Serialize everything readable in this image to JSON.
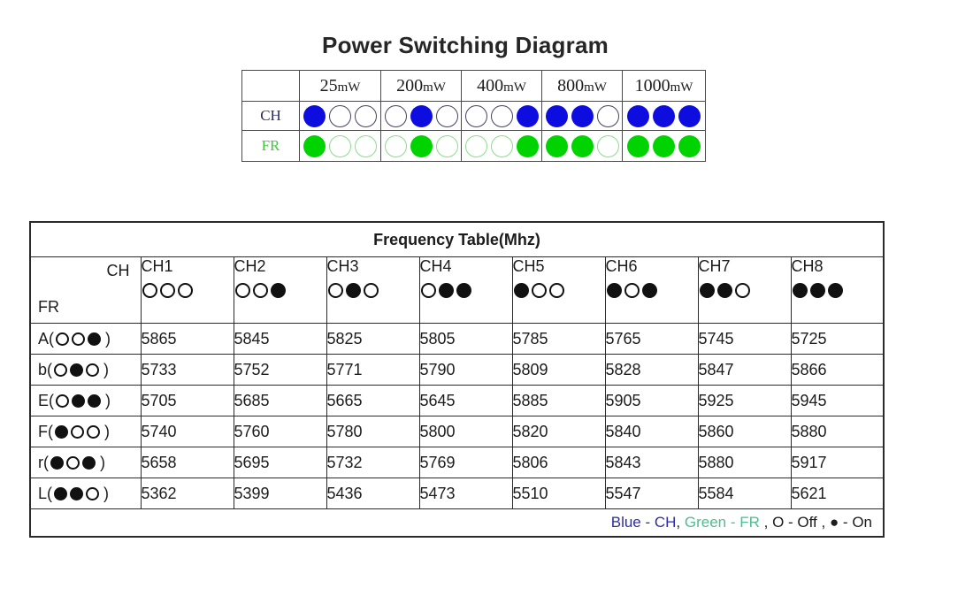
{
  "colors": {
    "blue_dot": "#0d0de0",
    "green_dot": "#00d400",
    "ch_off_outline": "#42425e",
    "fr_off_outline": "#8cdc8c",
    "black_dot": "#111111",
    "ch_label": "#2b2b63",
    "fr_label": "#41c441",
    "legend_blue": "#2d2da6",
    "legend_green": "#4fbd8f",
    "text": "#1c1c1c"
  },
  "power_diagram": {
    "title": "Power Switching Diagram",
    "row_ch": "CH",
    "row_fr": "FR",
    "columns": [
      "25mW",
      "200mW",
      "400mW",
      "800mW",
      "1000mW"
    ],
    "patterns": [
      "100",
      "010",
      "001",
      "110",
      "111"
    ]
  },
  "frequency_table": {
    "title": "Frequency Table(Mhz)",
    "corner_top": "CH",
    "corner_bottom": "FR",
    "label_format": {
      "open": "(",
      "close": ")"
    },
    "channels": [
      {
        "label": "CH1",
        "pattern": "000"
      },
      {
        "label": "CH2",
        "pattern": "001"
      },
      {
        "label": "CH3",
        "pattern": "010"
      },
      {
        "label": "CH4",
        "pattern": "011"
      },
      {
        "label": "CH5",
        "pattern": "100"
      },
      {
        "label": "CH6",
        "pattern": "101"
      },
      {
        "label": "CH7",
        "pattern": "110"
      },
      {
        "label": "CH8",
        "pattern": "111"
      }
    ],
    "rows": [
      {
        "key": "A",
        "pattern": "001",
        "values": [
          5865,
          5845,
          5825,
          5805,
          5785,
          5765,
          5745,
          5725
        ]
      },
      {
        "key": "b",
        "pattern": "010",
        "values": [
          5733,
          5752,
          5771,
          5790,
          5809,
          5828,
          5847,
          5866
        ]
      },
      {
        "key": "E",
        "pattern": "011",
        "values": [
          5705,
          5685,
          5665,
          5645,
          5885,
          5905,
          5925,
          5945
        ]
      },
      {
        "key": "F",
        "pattern": "100",
        "values": [
          5740,
          5760,
          5780,
          5800,
          5820,
          5840,
          5860,
          5880
        ]
      },
      {
        "key": "r",
        "pattern": "101",
        "values": [
          5658,
          5695,
          5732,
          5769,
          5806,
          5843,
          5880,
          5917
        ]
      },
      {
        "key": "L",
        "pattern": "110",
        "values": [
          5362,
          5399,
          5436,
          5473,
          5510,
          5547,
          5584,
          5621
        ]
      }
    ],
    "legend": [
      {
        "text": "Blue - CH",
        "color": "#2d2da6"
      },
      {
        "text": ", ",
        "color": "#1c1c1c"
      },
      {
        "text": "Green - FR",
        "color": "#4fbd8f"
      },
      {
        "text": " , O - Off , ● - On",
        "color": "#1c1c1c"
      }
    ]
  }
}
